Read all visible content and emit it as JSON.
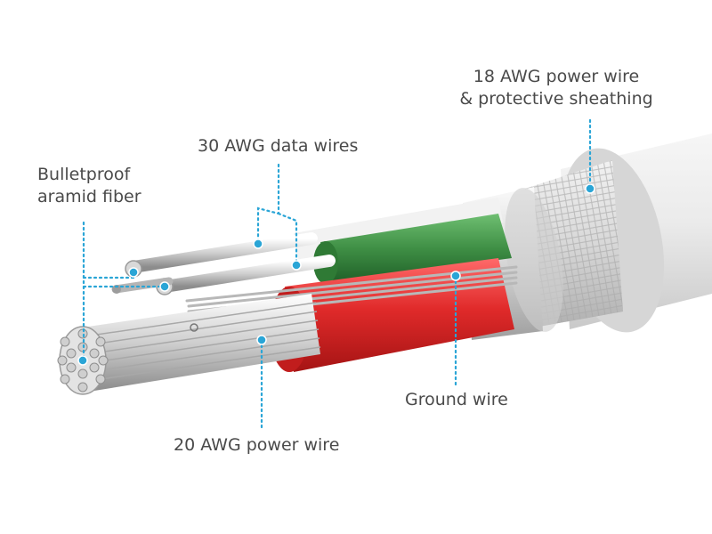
{
  "labels": {
    "sheath_line1": "18 AWG power wire",
    "sheath_line2": "& protective sheathing",
    "data_wires": "30 AWG data wires",
    "fiber_line1": "Bulletproof",
    "fiber_line2": "aramid fiber",
    "ground": "Ground wire",
    "power20": "20 AWG power wire"
  },
  "colors": {
    "accent": "#2aa5d6",
    "text": "#4a4a4a",
    "green_insulation": "#3f8f45",
    "red_insulation": "#e02a2a",
    "jacket": "#eaeaea"
  }
}
